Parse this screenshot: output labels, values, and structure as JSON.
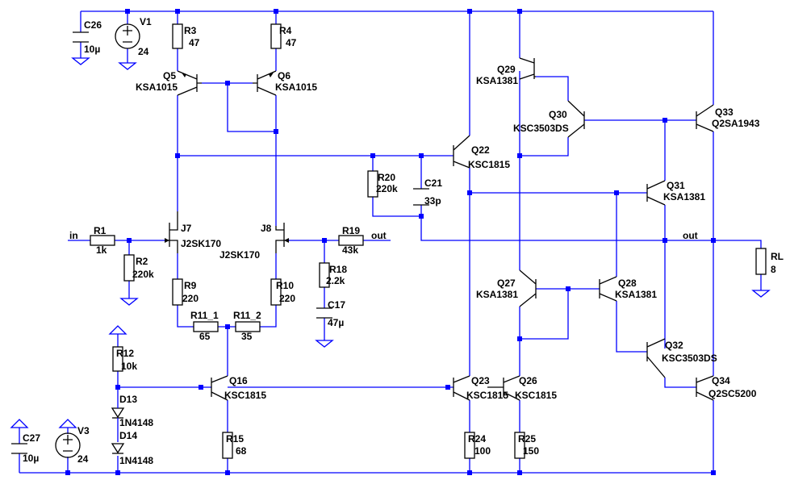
{
  "nets": {
    "in": "in",
    "out1": "out",
    "out2": "out"
  },
  "components": {
    "C26": {
      "ref": "C26",
      "value": "10µ"
    },
    "V1": {
      "ref": "V1",
      "value": "24"
    },
    "R3": {
      "ref": "R3",
      "value": "47"
    },
    "R4": {
      "ref": "R4",
      "value": "47"
    },
    "Q5": {
      "ref": "Q5",
      "value": "KSA1015"
    },
    "Q6": {
      "ref": "Q6",
      "value": "KSA1015"
    },
    "Q29": {
      "ref": "Q29",
      "value": "KSA1381"
    },
    "Q30": {
      "ref": "Q30",
      "value": "KSC3503DS"
    },
    "Q33": {
      "ref": "Q33",
      "value": "Q2SA1943"
    },
    "Q22": {
      "ref": "Q22",
      "value": "KSC1815"
    },
    "R20": {
      "ref": "R20",
      "value": "220k"
    },
    "C21": {
      "ref": "C21",
      "value": "33p"
    },
    "Q31": {
      "ref": "Q31",
      "value": "KSA1381"
    },
    "R1": {
      "ref": "R1",
      "value": "1k"
    },
    "R2": {
      "ref": "R2",
      "value": "220k"
    },
    "J7": {
      "ref": "J7",
      "value": "J2SK170"
    },
    "J8": {
      "ref": "J8",
      "value": "J2SK170"
    },
    "R19": {
      "ref": "R19",
      "value": "43k"
    },
    "R18": {
      "ref": "R18",
      "value": "2.2k"
    },
    "C17": {
      "ref": "C17",
      "value": "47µ"
    },
    "RL": {
      "ref": "RL",
      "value": "8"
    },
    "R9": {
      "ref": "R9",
      "value": "220"
    },
    "R10": {
      "ref": "R10",
      "value": "220"
    },
    "R11_1": {
      "ref": "R11_1",
      "value": "65"
    },
    "R11_2": {
      "ref": "R11_2",
      "value": "35"
    },
    "Q27": {
      "ref": "Q27",
      "value": "KSA1381"
    },
    "Q28": {
      "ref": "Q28",
      "value": "KSA1381"
    },
    "Q32": {
      "ref": "Q32",
      "value": "KSC3503DS"
    },
    "R12": {
      "ref": "R12",
      "value": "10k"
    },
    "D13": {
      "ref": "D13",
      "value": "1N4148"
    },
    "D14": {
      "ref": "D14",
      "value": "1N4148"
    },
    "Q16": {
      "ref": "Q16",
      "value": "KSC1815"
    },
    "Q23": {
      "ref": "Q23",
      "value": "KSC1815"
    },
    "Q26": {
      "ref": "Q26",
      "value": "KSC1815"
    },
    "Q34": {
      "ref": "Q34",
      "value": "Q2SC5200"
    },
    "R15": {
      "ref": "R15",
      "value": "68"
    },
    "R24": {
      "ref": "R24",
      "value": "100"
    },
    "R25": {
      "ref": "R25",
      "value": "150"
    },
    "C27": {
      "ref": "C27",
      "value": "10µ"
    },
    "V3": {
      "ref": "V3",
      "value": "24"
    }
  }
}
